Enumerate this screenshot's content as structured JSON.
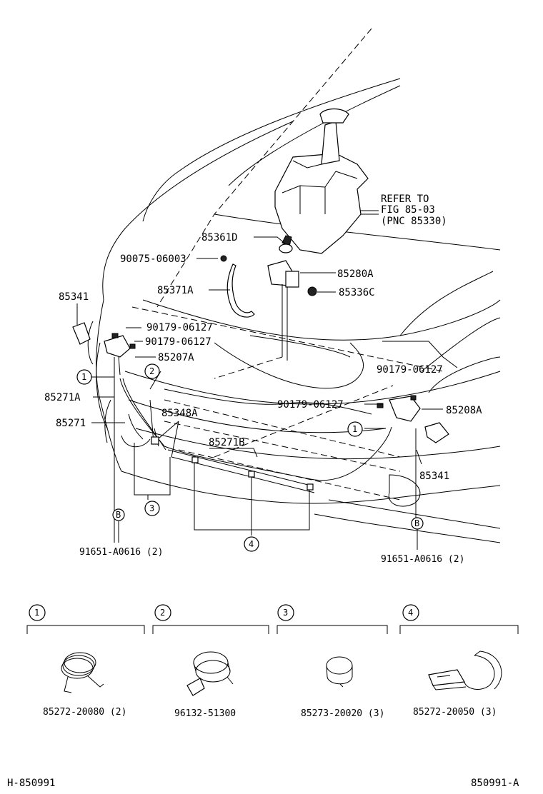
{
  "drawing_code": "H-850991",
  "figure_code": "850991-A",
  "note": [
    "REFER TO",
    "FIG 85-03",
    "(PNC 85330)"
  ],
  "callouts": {
    "c85361D": "85361D",
    "c90075": "90075-06003",
    "c85280A": "85280A",
    "c85371A": "85371A",
    "c85336C": "85336C",
    "c85341L": "85341",
    "c90179a": "90179-06127",
    "c90179b": "90179-06127",
    "c85207A": "85207A",
    "c90179c": "90179-06127",
    "c90179d": "90179-06127",
    "c85208A": "85208A",
    "c85271A": "85271A",
    "c85271": "85271",
    "c85348A": "85348A",
    "c85271B": "85271B",
    "c85341R": "85341",
    "c91651L": "91651-A0616 (2)",
    "c91651R": "91651-A0616 (2)"
  },
  "markers": {
    "m1a": "1",
    "m1b": "1",
    "m2": "2",
    "m3": "3",
    "m4": "4",
    "mBL": "B",
    "mBR": "B"
  },
  "legend": [
    {
      "num": "1",
      "part": "85272-20080 (2)"
    },
    {
      "num": "2",
      "part": "96132-51300"
    },
    {
      "num": "3",
      "part": "85273-20020 (3)"
    },
    {
      "num": "4",
      "part": "85272-20050 (3)"
    }
  ]
}
